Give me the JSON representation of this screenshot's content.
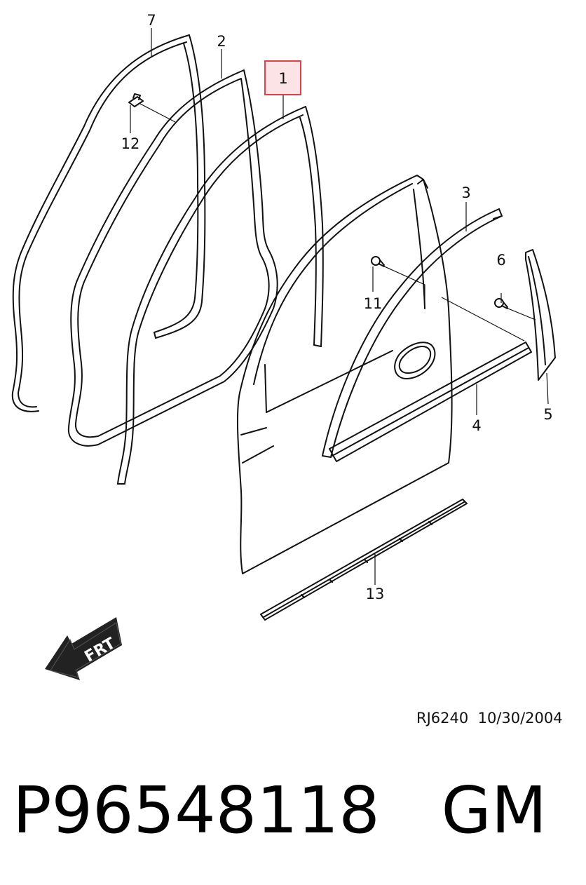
{
  "diagram": {
    "callouts": {
      "1": "1",
      "2": "2",
      "3": "3",
      "4": "4",
      "5": "5",
      "6": "6",
      "7": "7",
      "11": "11",
      "12": "12",
      "13": "13"
    },
    "highlighted_callout": "1",
    "highlight_color": "#e0404a",
    "highlight_fill": "#fbe3e6",
    "direction_arrow_label": "FRT",
    "drawing_code": "RJ6240  10/30/2004"
  },
  "footer": {
    "part_number": "P96548118",
    "brand": "GM"
  }
}
